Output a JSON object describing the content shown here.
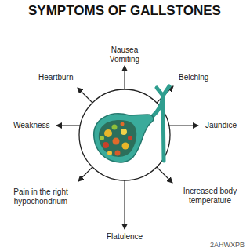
{
  "diagram": {
    "title": "SYMPTOMS OF GALLSTONES",
    "labels": [
      "Nausea Vomiting",
      "Heartburn",
      "Belching",
      "Weakness",
      "Jaundice",
      "Pain in the right hypochondrium",
      "Increased body temperature",
      "Flatulence",
      "2AHWXPB"
    ]
  }
}
